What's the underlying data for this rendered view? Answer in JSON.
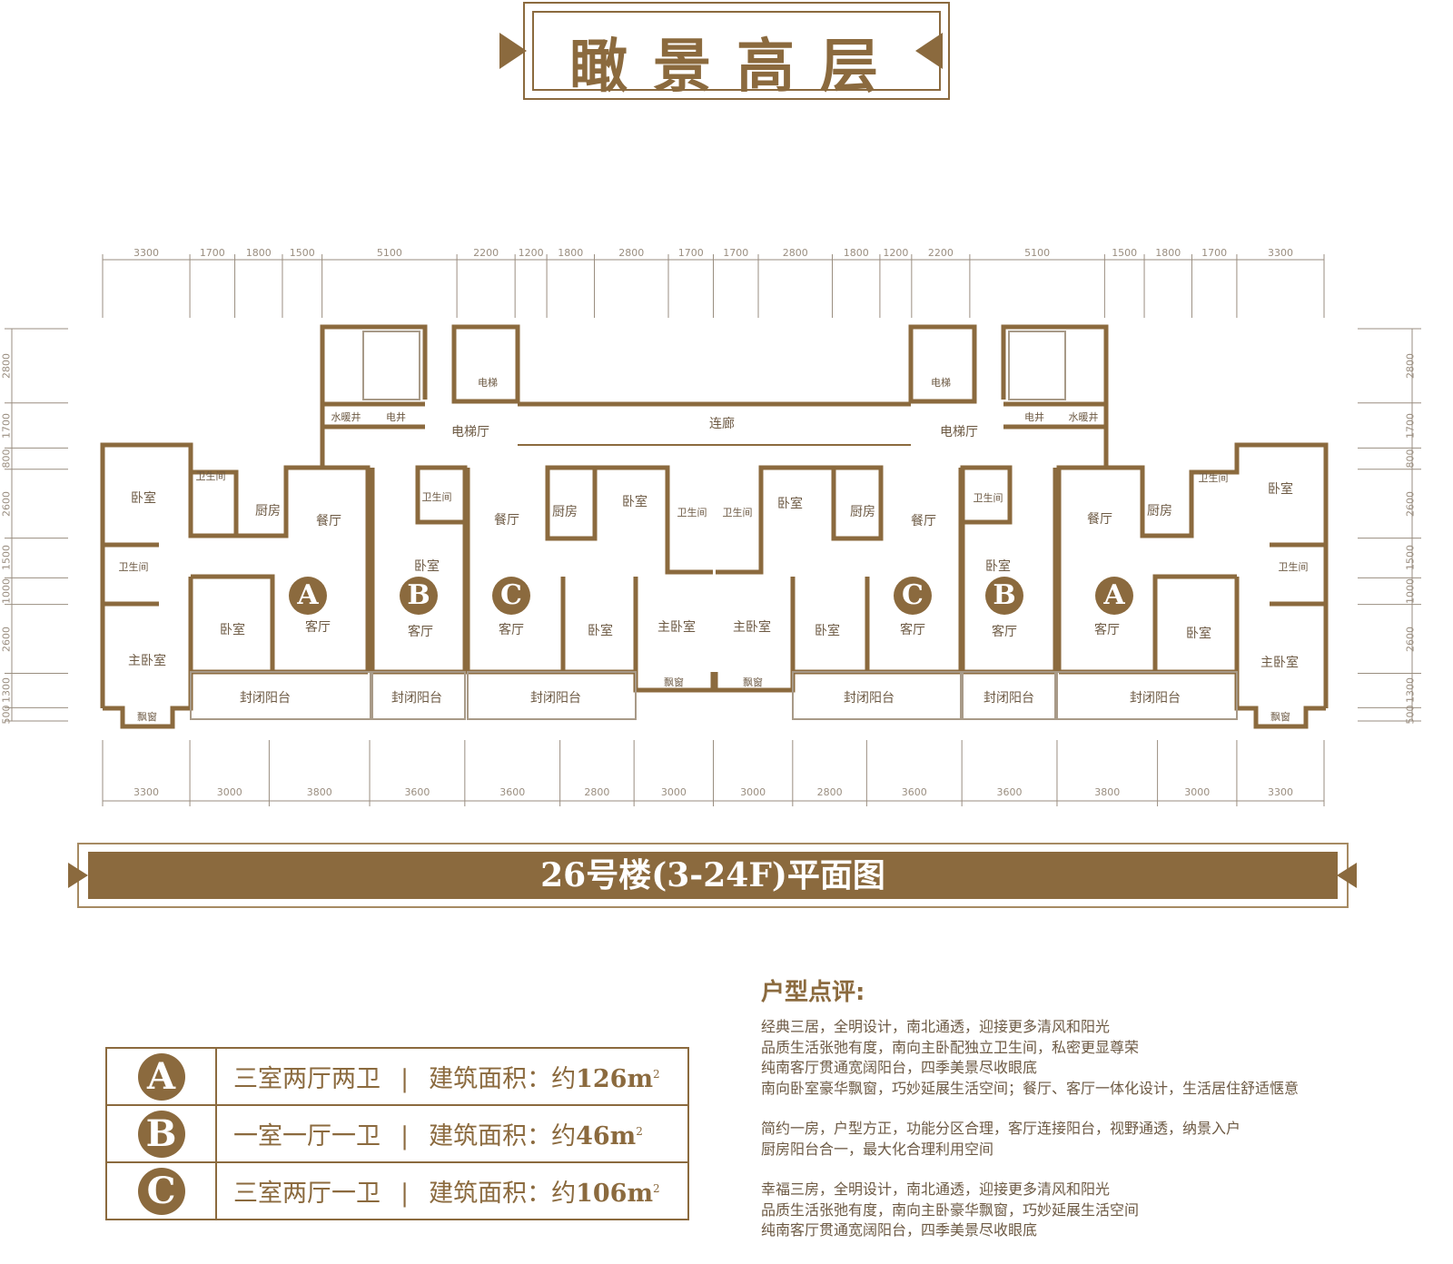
{
  "header": {
    "title": "瞰景高层"
  },
  "dimensions": {
    "top": [
      3300,
      1700,
      1800,
      1500,
      5100,
      2200,
      1200,
      1800,
      2800,
      1700,
      1700,
      2800,
      1800,
      1200,
      2200,
      5100,
      1500,
      1800,
      1700,
      3300
    ],
    "bottom": [
      3300,
      3000,
      3800,
      3600,
      3600,
      2800,
      3000,
      3000,
      2800,
      3600,
      3600,
      3800,
      3000,
      3300
    ],
    "left": [
      2800,
      1700,
      800,
      2600,
      1500,
      1000,
      2600,
      1300,
      500
    ],
    "right": [
      2800,
      1700,
      800,
      2600,
      1500,
      1000,
      2600,
      1300,
      500
    ]
  },
  "rooms": [
    "卧室",
    "卫生间",
    "厨房",
    "餐厅",
    "卫生间",
    "卧室",
    "客厅",
    "主卧室",
    "封闭阳台",
    "飘窗",
    "卫生间",
    "卧室",
    "客厅",
    "封闭阳台",
    "餐厅",
    "厨房",
    "卧室",
    "卫生间",
    "客厅",
    "卧室",
    "主卧室",
    "封闭阳台",
    "飘窗",
    "卫生间",
    "卧室",
    "厨房",
    "餐厅",
    "主卧室",
    "卧室",
    "客厅",
    "飘窗",
    "封闭阳台",
    "卫生间",
    "卧室",
    "客厅",
    "封闭阳台",
    "餐厅",
    "厨房",
    "卫生间",
    "卧室",
    "卫生间",
    "客厅",
    "卧室",
    "主卧室",
    "封闭阳台",
    "飘窗",
    "水暖井",
    "电井",
    "电梯",
    "电梯厅",
    "连廊",
    "电梯",
    "电梯厅",
    "电井",
    "水暖井"
  ],
  "unit_badges": [
    "A",
    "B",
    "C",
    "C",
    "B",
    "A"
  ],
  "banner": {
    "title": "26号楼(3-24F)平面图"
  },
  "legend": [
    {
      "letter": "A",
      "layout": "三室两厅两卫",
      "sep": "|",
      "area_label": "建筑面积：约",
      "area": "126m",
      "sup": "2"
    },
    {
      "letter": "B",
      "layout": "一室一厅一卫",
      "sep": "|",
      "area_label": "建筑面积：约",
      "area": "46m",
      "sup": "2"
    },
    {
      "letter": "C",
      "layout": "三室两厅一卫",
      "sep": "|",
      "area_label": "建筑面积：约",
      "area": "106m",
      "sup": "2"
    }
  ],
  "review": {
    "title": "户型点评:",
    "a": [
      "经典三居，全明设计，南北通透，迎接更多清风和阳光",
      "品质生活张弛有度，南向主卧配独立卫生间，私密更显尊荣",
      "纯南客厅贯通宽阔阳台，四季美景尽收眼底",
      "南向卧室豪华飘窗，巧妙延展生活空间；餐厅、客厅一体化设计，生活居住舒适惬意"
    ],
    "b": [
      "简约一房，户型方正，功能分区合理，客厅连接阳台，视野通透，纳景入户",
      "厨房阳台合一，最大化合理利用空间"
    ],
    "c": [
      "幸福三房，全明设计，南北通透，迎接更多清风和阳光",
      "品质生活张弛有度，南向主卧豪华飘窗，巧妙延展生活空间",
      "纯南客厅贯通宽阔阳台，四季美景尽收眼底"
    ]
  },
  "colors": {
    "brand": "#8b6a3e",
    "text": "#6d5a44"
  }
}
